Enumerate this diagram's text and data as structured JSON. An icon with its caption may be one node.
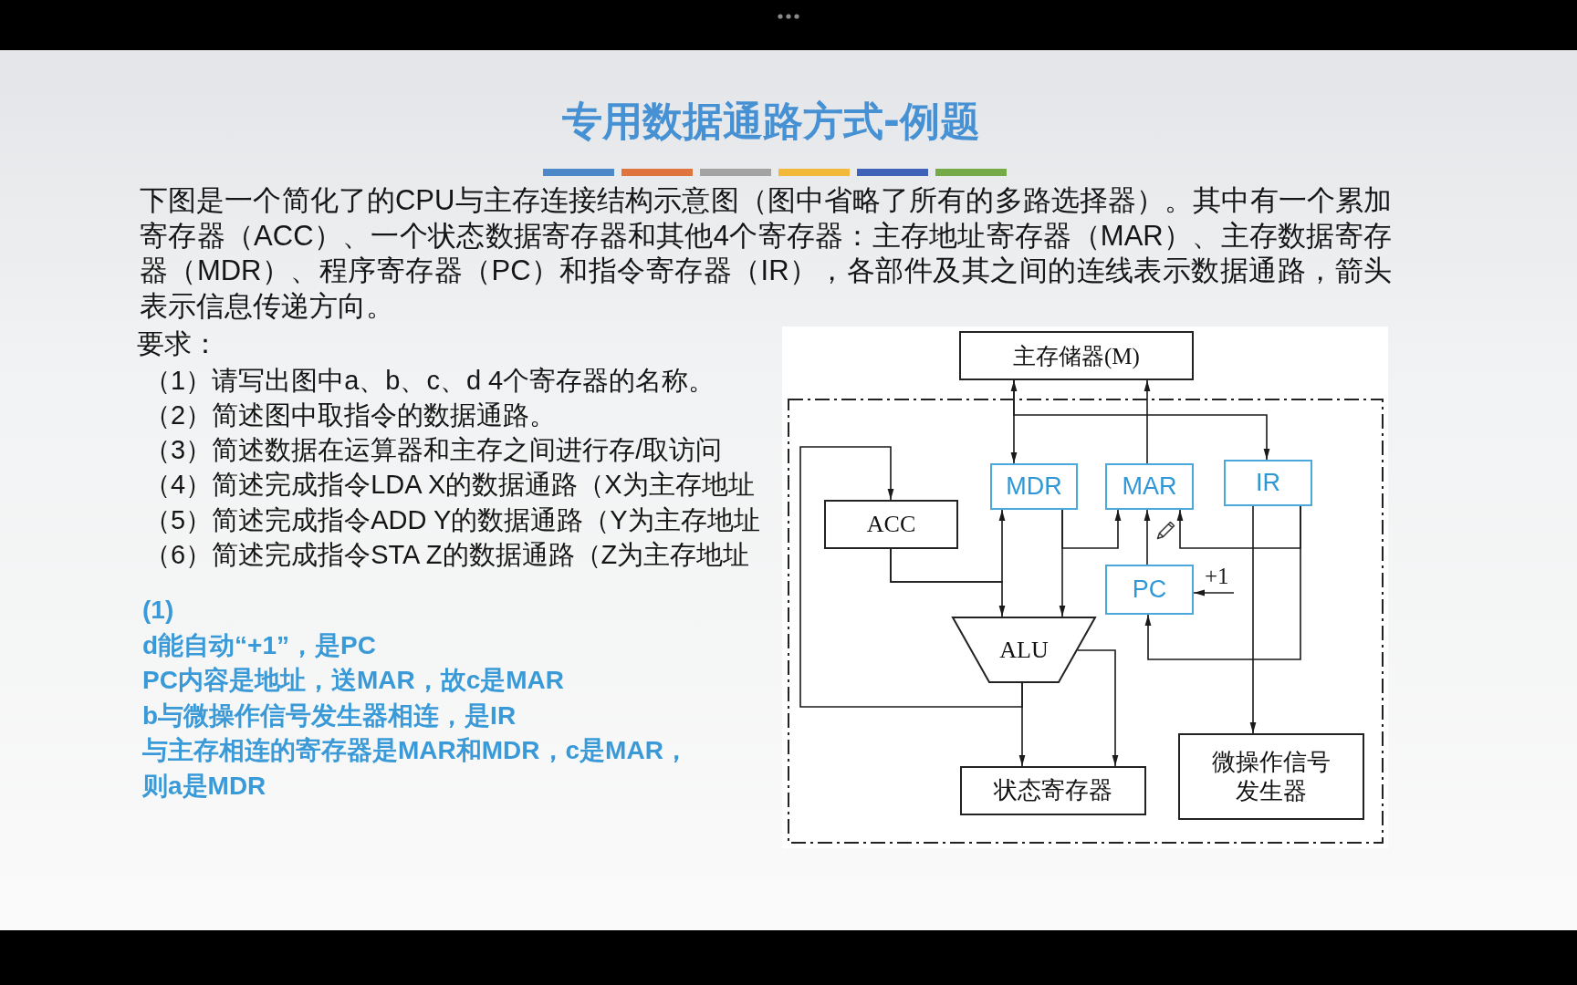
{
  "diagram": {
    "title": "专用数据通路方式-例题",
    "nodes": [
      {
        "text": [
          "主存储器(M)"
        ]
      },
      {
        "text": [],
        "shape": "box"
      },
      {
        "text": [
          "MDR"
        ],
        "in": 1
      },
      {
        "text": [
          "MAR"
        ],
        "in": 1
      },
      {
        "text": [
          "IR"
        ],
        "in": 1
      },
      {
        "text": [
          "ACC"
        ],
        "in": 1
      },
      {
        "text": [
          "PC"
        ],
        "in": 1
      },
      {
        "text": [
          "ALU"
        ],
        "in": 1
      },
      {
        "text": [
          "状态寄存器"
        ],
        "in": 1
      },
      {
        "text": [
          "微操作信号发生器"
        ],
        "in": 1
      }
    ],
    "edges": [
      {
        "from": 0,
        "to": 2,
        "arrow": "both"
      },
      {
        "from": 0,
        "to": 4,
        "arrow": "to"
      },
      {
        "from": 3,
        "to": 0,
        "arrow": "to"
      },
      {
        "from": 2,
        "to": 3,
        "arrow": "to"
      },
      {
        "from": 2,
        "to": 7,
        "arrow": "to"
      },
      {
        "from": 5,
        "to": 2,
        "arrow": "to"
      },
      {
        "from": 5,
        "to": 7,
        "arrow": "to"
      },
      {
        "from": 6,
        "to": 3,
        "arrow": "to"
      },
      {
        "from": 4,
        "to": 3,
        "arrow": "to"
      },
      {
        "from": 4,
        "to": 6,
        "arrow": "to"
      },
      {
        "from": 4,
        "to": 9,
        "arrow": "to"
      },
      {
        "from": null,
        "to": 6,
        "arrow": "to",
        "label": "+1"
      },
      {
        "from": 7,
        "to": 5,
        "arrow": "to"
      },
      {
        "from": 7,
        "to": 8,
        "arrow": "to"
      },
      {
        "from": 7,
        "to": 8,
        "arrow": "to"
      }
    ],
    "labels": [
      "下图是一个简化了的CPU与主存连接结构示意图（图中省略了所有的多路选择器）。其中有一个累加寄存器（ACC）、一个状态数据寄存器和其他4个寄存器：主存地址寄存器（MAR）、主存数据寄存器（MDR）、程序寄存器（PC）和指令寄存器（IR），各部件及其之间的连线表示数据通路，箭头表示信息传递方向。",
      "要求：",
      "（1）请写出图中a、b、c、d 4个寄存器的名称。",
      "（2）简述图中取指令的数据通路。",
      "（3）简述数据在运算器和主存之间进行存/取访问",
      "（4）简述完成指令LDA X的数据通路（X为主存地址",
      "（5）简述完成指令ADD Y的数据通路（Y为主存地址",
      "（6）简述完成指令STA Z的数据通路（Z为主存地址",
      "(1)",
      "d能自动“+1”，是PC",
      "PC内容是地址，送MAR，故c是MAR",
      "b与微操作信号发生器相连，是IR",
      "与主存相连的寄存器是MAR和MDR，c是MAR，则a是MDR"
    ]
  }
}
